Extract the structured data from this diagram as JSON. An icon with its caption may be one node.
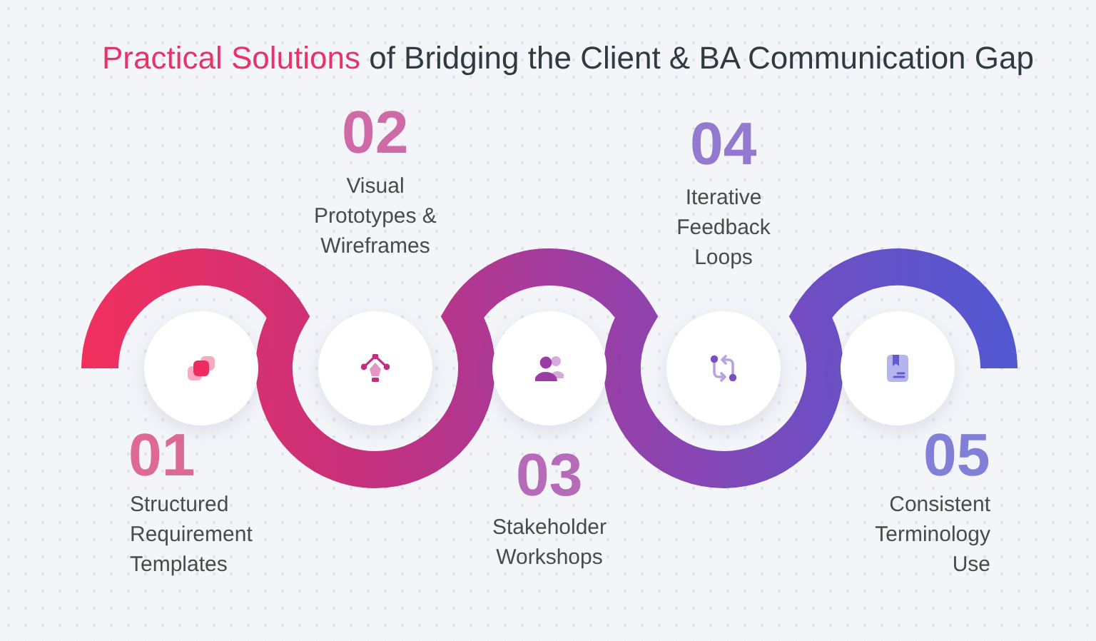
{
  "diagram": {
    "title": "**Practical Solutions** of Bridging the Client & BA Communication Gap",
    "nodes": [
      {
        "text": [],
        "shape": "circle",
        "beside": [
          "01",
          "Structured Requirement Templates"
        ]
      },
      {
        "text": [],
        "shape": "circle",
        "beside": [
          "02",
          "Visual Prototypes & Wireframes"
        ]
      },
      {
        "text": [],
        "shape": "circle",
        "beside": [
          "03",
          "Stakeholder Workshops"
        ]
      },
      {
        "text": [],
        "shape": "circle",
        "beside": [
          "04",
          "Iterative Feedback Loops"
        ]
      },
      {
        "text": [],
        "shape": "circle",
        "beside": [
          "05",
          "Consistent Terminology Use"
        ]
      }
    ]
  }
}
